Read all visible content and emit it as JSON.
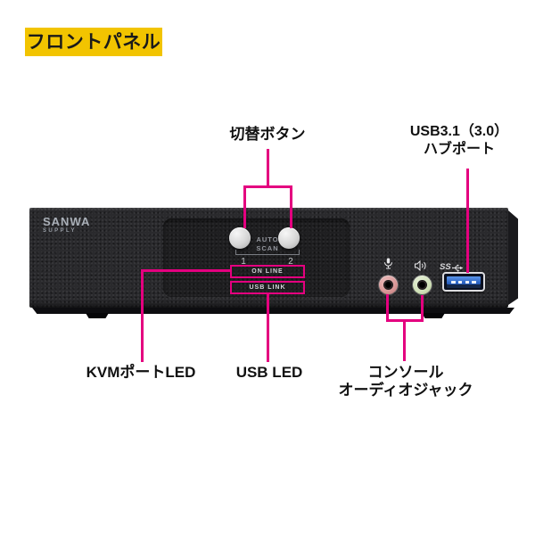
{
  "badge": {
    "label": "フロントパネル"
  },
  "callouts": {
    "switch_button": {
      "label": "切替ボタン"
    },
    "usb_hub": {
      "label_line1": "USB3.1（3.0）",
      "label_line2": "ハブポート"
    },
    "kvm_led": {
      "label": "KVMポートLED"
    },
    "usb_led": {
      "label": "USB LED"
    },
    "console_audio": {
      "label_line1": "コンソール",
      "label_line2": "オーディオジャック"
    }
  },
  "device": {
    "brand": {
      "line1": "SANWA",
      "line2": "SUPPLY"
    },
    "buttons": {
      "auto_scan_line1": "AUTO",
      "auto_scan_line2": "SCAN",
      "port1": "1",
      "port2": "2"
    },
    "leds": {
      "online": "ON LINE",
      "usb_link": "USB LINK"
    },
    "ports": {
      "usb_logo": "SS",
      "icons": [
        "microphone-icon",
        "speaker-icon",
        "usb-superspeed-icon"
      ]
    }
  },
  "colors": {
    "annotation_pink": "#e4007f",
    "badge_yellow": "#f2c400",
    "device_body": "#2a2a2d",
    "usb_blue": "#2f6fd6",
    "mic_jack_pink": "#d79494",
    "speaker_jack_green": "#cfe0b6"
  }
}
